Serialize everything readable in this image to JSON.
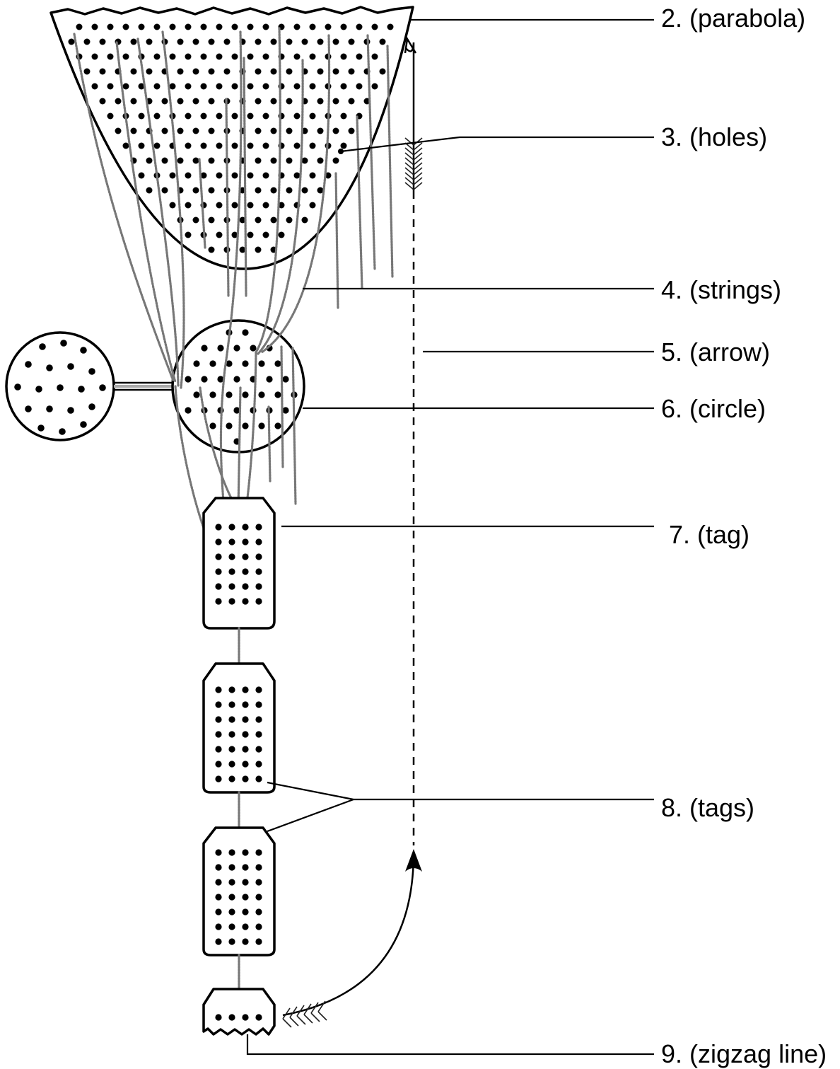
{
  "labels": {
    "parabola": "2. (parabola)",
    "holes": "3. (holes)",
    "strings": "4. (strings)",
    "arrow": "5. (arrow)",
    "circle": "6. (circle)",
    "tag": "7. (tag)",
    "tags": "8. (tags)",
    "zigzag": "9. (zigzag line)"
  }
}
